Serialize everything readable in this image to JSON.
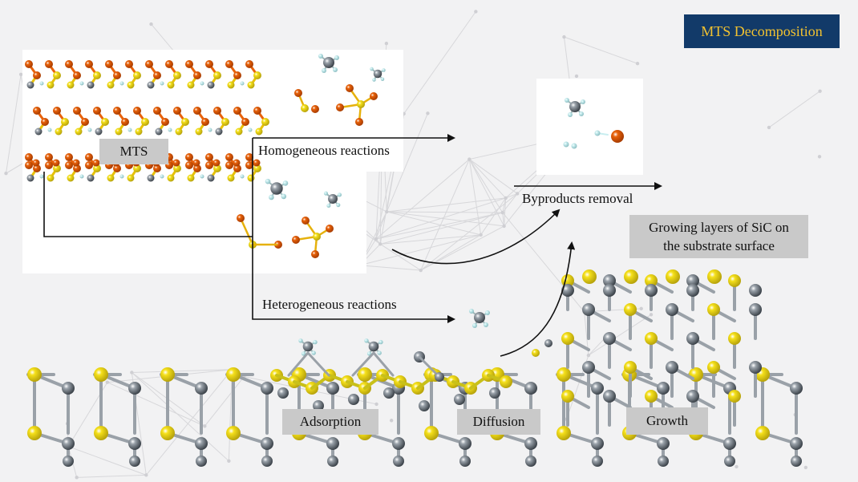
{
  "title": "MTS Decomposition",
  "labels": {
    "mts": "MTS",
    "homogeneous": "Homogeneous reactions",
    "heterogeneous": "Heterogeneous reactions",
    "byproducts": "Byproducts removal",
    "growing_line1": "Growing layers of SiC on",
    "growing_line2": "the substrate surface",
    "adsorption": "Adsorption",
    "diffusion": "Diffusion",
    "growth": "Growth"
  },
  "colors": {
    "badge_bg": "#123a69",
    "badge_text": "#f2c230",
    "si_atom": "#f5e01a",
    "c_atom": "#6f7780",
    "cl_atom": "#e8620a",
    "h_atom": "#c9eef0",
    "label_box": "#c9c9c9"
  }
}
